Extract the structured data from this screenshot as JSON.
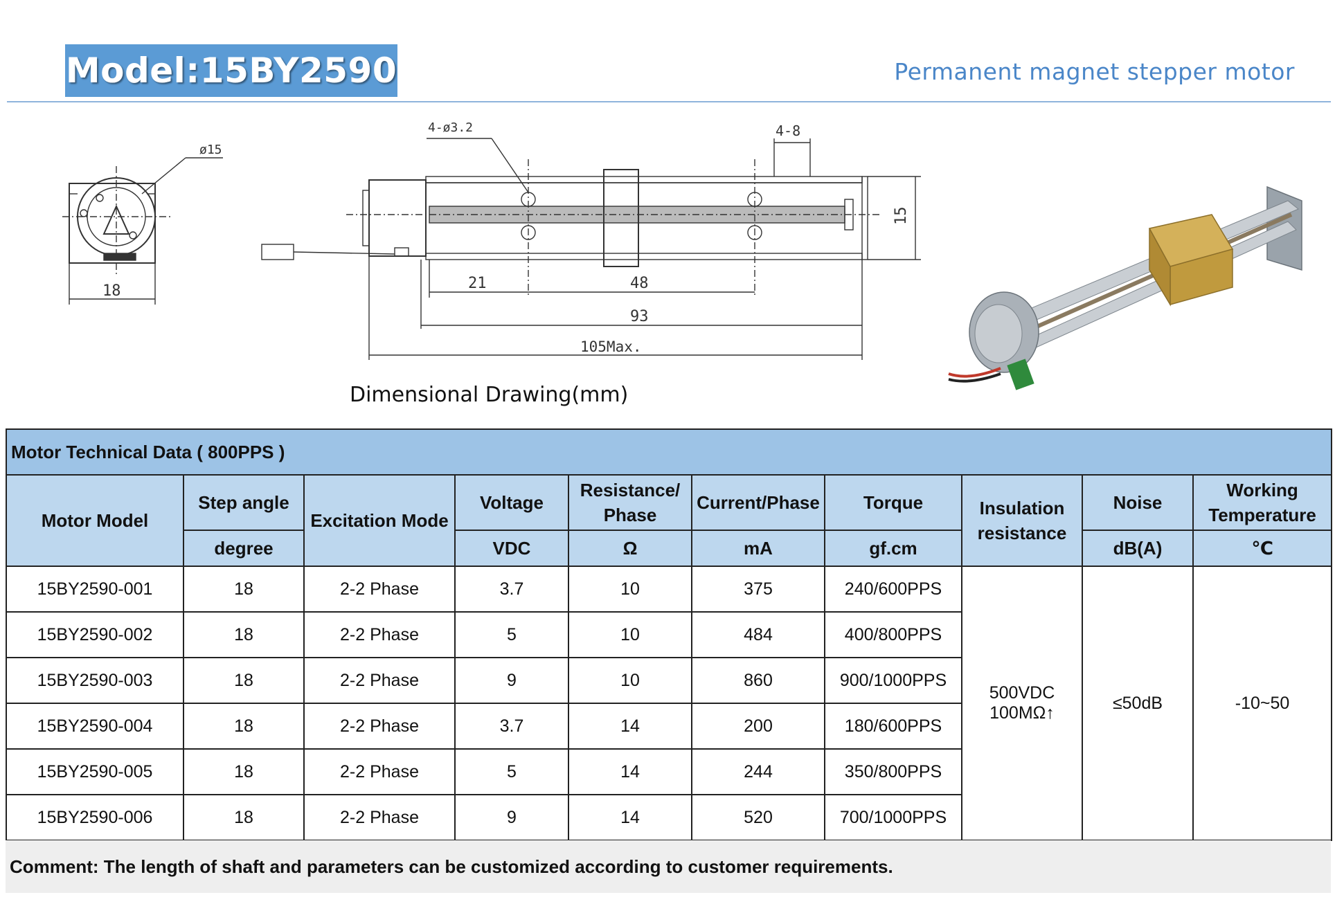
{
  "header": {
    "model_title": "Model:15BY2590",
    "subtitle": "Permanent magnet stepper motor"
  },
  "drawing": {
    "caption": "Dimensional Drawing(mm)",
    "dims": {
      "holes": "4-ø3.2",
      "diameter": "ø15",
      "width_front": "18",
      "slot": "4-8",
      "height_side": "15",
      "d21": "21",
      "d48": "48",
      "d93": "93",
      "d105": "105Max."
    }
  },
  "table": {
    "title": "Motor Technical Data ( 800PPS )",
    "headers": {
      "model": "Motor Model",
      "step_angle": "Step angle",
      "step_unit": "degree",
      "excitation": "Excitation Mode",
      "voltage": "Voltage",
      "voltage_unit": "VDC",
      "resistance": "Resistance/ Phase",
      "resistance_unit": "Ω",
      "current": "Current/Phase",
      "current_unit": "mA",
      "torque": "Torque",
      "torque_unit": "gf.cm",
      "insulation": "Insulation resistance",
      "noise": "Noise",
      "noise_unit": "dB(A)",
      "temp": "Working Temperature",
      "temp_unit": "℃"
    },
    "rows": [
      {
        "model": "15BY2590-001",
        "step": "18",
        "mode": "2-2 Phase",
        "voltage": "3.7",
        "resistance": "10",
        "current": "375",
        "torque": "240/600PPS"
      },
      {
        "model": "15BY2590-002",
        "step": "18",
        "mode": "2-2 Phase",
        "voltage": "5",
        "resistance": "10",
        "current": "484",
        "torque": "400/800PPS"
      },
      {
        "model": "15BY2590-003",
        "step": "18",
        "mode": "2-2 Phase",
        "voltage": "9",
        "resistance": "10",
        "current": "860",
        "torque": "900/1000PPS"
      },
      {
        "model": "15BY2590-004",
        "step": "18",
        "mode": "2-2 Phase",
        "voltage": "3.7",
        "resistance": "14",
        "current": "200",
        "torque": "180/600PPS"
      },
      {
        "model": "15BY2590-005",
        "step": "18",
        "mode": "2-2 Phase",
        "voltage": "5",
        "resistance": "14",
        "current": "244",
        "torque": "350/800PPS"
      },
      {
        "model": "15BY2590-006",
        "step": "18",
        "mode": "2-2 Phase",
        "voltage": "9",
        "resistance": "14",
        "current": "520",
        "torque": "700/1000PPS"
      }
    ],
    "shared": {
      "insulation_line1": "500VDC",
      "insulation_line2": "100MΩ↑",
      "noise": "≤50dB",
      "temp": "-10~50"
    },
    "comment": "Comment: The length of shaft and parameters can be customized according to customer requirements."
  },
  "colors": {
    "brand_blue": "#5b9bd5",
    "title_row": "#9dc3e6",
    "header_row": "#bdd7ee",
    "subtitle": "#4a86c8"
  }
}
